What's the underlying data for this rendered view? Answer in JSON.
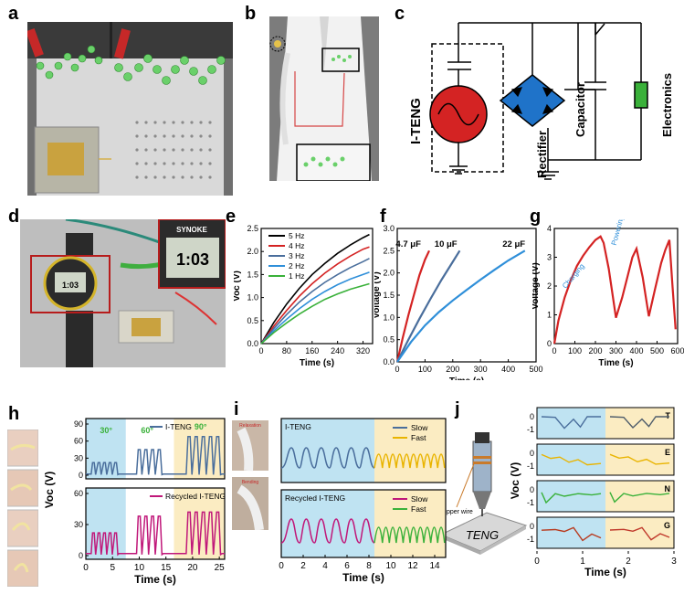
{
  "panel_labels": [
    "a",
    "b",
    "c",
    "d",
    "e",
    "f",
    "g",
    "h",
    "i",
    "j"
  ],
  "circuit": {
    "iteng": "I-TENG",
    "rectifier": "Rectifier",
    "capacitor": "Capacitor",
    "electronics": "Electronics"
  },
  "watch_brand": "SYNOKE",
  "watch_time_big": "1:03",
  "watch_time_small": "1:03",
  "colors": {
    "red": "#d42323",
    "blue": "#2f8fd9",
    "green": "#3ab13a",
    "black": "#000000",
    "slate": "#4a6e9c",
    "magenta": "#c0187a",
    "gold": "#e9b400",
    "bg_blue": "#bfe3f2",
    "bg_yellow": "#fbecc2"
  },
  "chart_data": [
    {
      "panel": "e",
      "type": "line",
      "xlabel": "Time (s)",
      "ylabel": "Voc (V)",
      "xlim": [
        0,
        350
      ],
      "ylim": [
        0,
        2.5
      ],
      "xticks": [
        0,
        80,
        160,
        240,
        320
      ],
      "yticks": [
        0.0,
        0.5,
        1.0,
        1.5,
        2.0,
        2.5
      ],
      "series": [
        {
          "name": "5 Hz",
          "color": "black",
          "x": [
            0,
            40,
            80,
            120,
            160,
            200,
            240,
            280,
            320,
            340
          ],
          "y": [
            0,
            0.46,
            0.86,
            1.2,
            1.5,
            1.74,
            1.96,
            2.14,
            2.3,
            2.37
          ]
        },
        {
          "name": "4 Hz",
          "color": "red",
          "x": [
            0,
            40,
            80,
            120,
            160,
            200,
            240,
            280,
            320,
            340
          ],
          "y": [
            0,
            0.38,
            0.72,
            1.03,
            1.3,
            1.53,
            1.73,
            1.9,
            2.05,
            2.1
          ]
        },
        {
          "name": "3 Hz",
          "color": "slate",
          "x": [
            0,
            40,
            80,
            120,
            160,
            200,
            240,
            280,
            320,
            340
          ],
          "y": [
            0,
            0.33,
            0.63,
            0.9,
            1.13,
            1.33,
            1.5,
            1.65,
            1.78,
            1.85
          ]
        },
        {
          "name": "2 Hz",
          "color": "blue",
          "x": [
            0,
            40,
            80,
            120,
            160,
            200,
            240,
            280,
            320,
            340
          ],
          "y": [
            0,
            0.28,
            0.53,
            0.76,
            0.96,
            1.13,
            1.28,
            1.4,
            1.5,
            1.55
          ]
        },
        {
          "name": "1 Hz",
          "color": "green",
          "x": [
            0,
            40,
            80,
            120,
            160,
            200,
            240,
            280,
            320,
            340
          ],
          "y": [
            0,
            0.24,
            0.45,
            0.64,
            0.81,
            0.96,
            1.08,
            1.18,
            1.26,
            1.3
          ]
        }
      ]
    },
    {
      "panel": "f",
      "type": "line",
      "xlabel": "Time (s)",
      "ylabel": "Voltage (V)",
      "xlim": [
        0,
        500
      ],
      "ylim": [
        0,
        3.0
      ],
      "xticks": [
        0,
        100,
        200,
        300,
        400,
        500
      ],
      "yticks": [
        0.0,
        0.5,
        1.0,
        1.5,
        2.0,
        2.5,
        3.0
      ],
      "series": [
        {
          "name": "4.7 μF",
          "color": "red",
          "x": [
            0,
            20,
            40,
            60,
            80,
            100,
            115
          ],
          "y": [
            0,
            0.55,
            1.05,
            1.5,
            1.95,
            2.3,
            2.5
          ]
        },
        {
          "name": "10 μF",
          "color": "slate",
          "x": [
            0,
            40,
            80,
            120,
            160,
            200,
            225
          ],
          "y": [
            0,
            0.5,
            0.97,
            1.42,
            1.85,
            2.25,
            2.5
          ]
        },
        {
          "name": "22 μF",
          "color": "blue",
          "x": [
            0,
            50,
            100,
            150,
            200,
            250,
            300,
            350,
            400,
            460
          ],
          "y": [
            0,
            0.45,
            0.82,
            1.12,
            1.38,
            1.62,
            1.85,
            2.07,
            2.28,
            2.5
          ]
        }
      ]
    },
    {
      "panel": "g",
      "type": "line",
      "xlabel": "Time (s)",
      "ylabel": "Voltage (V)",
      "xlim": [
        0,
        600
      ],
      "ylim": [
        0,
        4
      ],
      "xticks": [
        0,
        100,
        200,
        300,
        400,
        500,
        600
      ],
      "yticks": [
        0,
        1,
        2,
        3,
        4
      ],
      "annotations": [
        "Charging",
        "Powering"
      ],
      "series": [
        {
          "name": "",
          "color": "red",
          "x": [
            0,
            20,
            50,
            80,
            110,
            140,
            170,
            200,
            225,
            240,
            265,
            300,
            330,
            355,
            380,
            400,
            430,
            460,
            490,
            520,
            540,
            560,
            575,
            590
          ],
          "y": [
            0,
            0.8,
            1.6,
            2.2,
            2.7,
            3.05,
            3.35,
            3.6,
            3.72,
            3.5,
            2.6,
            0.9,
            1.6,
            2.3,
            3.0,
            3.3,
            2.3,
            0.95,
            1.9,
            2.8,
            3.25,
            3.6,
            2.0,
            0.5
          ]
        }
      ]
    },
    {
      "panel": "h",
      "type": "line",
      "xlabel": "Time (s)",
      "ylabel": "Voc (V)",
      "xlim": [
        0,
        26
      ],
      "xticks": [
        0,
        5,
        10,
        15,
        20,
        25
      ],
      "top_yticks": [
        0,
        30,
        60,
        90
      ],
      "bottom_yticks": [
        0,
        30,
        60
      ],
      "regions": [
        [
          0,
          7.5,
          "blue"
        ],
        [
          7.5,
          16.5,
          "white"
        ],
        [
          16.5,
          26,
          "yellow"
        ]
      ],
      "angle_labels": [
        "30°",
        "60°",
        "90°"
      ],
      "series": [
        {
          "name": "I-TENG",
          "color": "slate",
          "segments": [
            {
              "start": 1.0,
              "end": 6.2,
              "count": 5,
              "amp": 22
            },
            {
              "start": 9.5,
              "end": 14.5,
              "count": 4,
              "amp": 45
            },
            {
              "start": 18.8,
              "end": 25.5,
              "count": 5,
              "amp": 68
            }
          ]
        },
        {
          "name": "Recycled I-TENG",
          "color": "magenta",
          "segments": [
            {
              "start": 1.0,
              "end": 6.2,
              "count": 5,
              "amp": 22
            },
            {
              "start": 9.5,
              "end": 14.5,
              "count": 4,
              "amp": 38
            },
            {
              "start": 18.8,
              "end": 25.5,
              "count": 5,
              "amp": 42
            }
          ]
        }
      ]
    },
    {
      "panel": "i",
      "type": "line",
      "xlabel": "Time (s)",
      "xlim": [
        0,
        15
      ],
      "xticks": [
        0,
        2,
        4,
        6,
        8,
        10,
        12,
        14
      ],
      "regions": [
        [
          0,
          8.5,
          "blue"
        ],
        [
          8.5,
          15,
          "yellow"
        ]
      ],
      "panels": [
        {
          "title": "I-TENG",
          "legend": [
            {
              "name": "Slow",
              "color": "slate"
            },
            {
              "name": "Fast",
              "color": "gold"
            }
          ]
        },
        {
          "title": "Recycled I-TENG",
          "legend": [
            {
              "name": "Slow",
              "color": "magenta"
            },
            {
              "name": "Fast",
              "color": "green"
            }
          ]
        }
      ],
      "series": [
        {
          "name": "Slow",
          "color": "slate",
          "count": 6
        },
        {
          "name": "Fast",
          "color": "gold",
          "count": 10
        },
        {
          "name": "Slow",
          "color": "magenta",
          "count": 6
        },
        {
          "name": "Fast",
          "color": "green",
          "count": 10
        }
      ],
      "photo_labels": [
        "Relaxation",
        "Bending"
      ]
    },
    {
      "panel": "j",
      "type": "line",
      "xlabel": "Time (s)",
      "ylabel": "Voc (V)",
      "xlim": [
        0,
        3
      ],
      "xticks": [
        0,
        1,
        2,
        3
      ],
      "yticks": [
        0,
        -1
      ],
      "regions": [
        [
          0,
          1.5,
          "blue"
        ],
        [
          1.5,
          3,
          "yellow"
        ]
      ],
      "letters": [
        "T",
        "E",
        "N",
        "G"
      ],
      "illustration_labels": [
        "Copper wire",
        "TENG"
      ]
    }
  ]
}
